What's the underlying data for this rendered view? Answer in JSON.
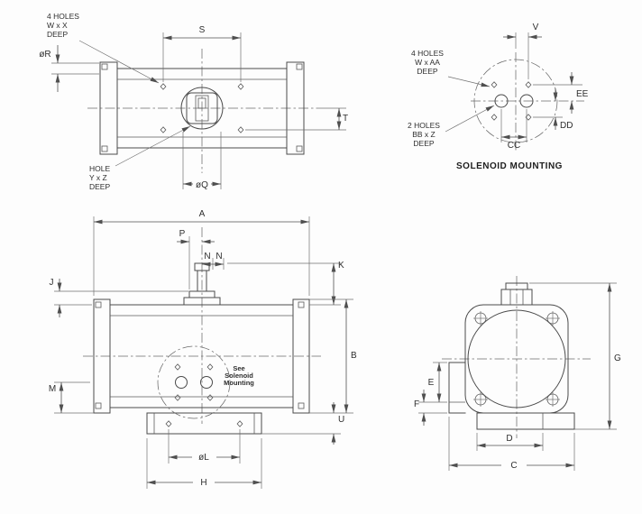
{
  "top_view": {
    "note_4holes": {
      "l1": "4 HOLES",
      "l2": "W x X",
      "l3": "DEEP"
    },
    "note_hole": {
      "l1": "HOLE",
      "l2": "Y x Z",
      "l3": "DEEP"
    },
    "dim_s": "S",
    "dim_r": "øR",
    "dim_t": "T",
    "dim_q": "øQ"
  },
  "solenoid_view": {
    "note_4holes": {
      "l1": "4 HOLES",
      "l2": "W x AA",
      "l3": "DEEP"
    },
    "note_2holes": {
      "l1": "2 HOLES",
      "l2": "BB x Z",
      "l3": "DEEP"
    },
    "dim_v": "V",
    "dim_ee": "EE",
    "dim_dd": "DD",
    "dim_cc": "CC",
    "caption": "SOLENOID MOUNTING"
  },
  "front_view": {
    "dim_a": "A",
    "dim_p": "P",
    "dim_n_left": "N",
    "dim_n_right": "N",
    "dim_j": "J",
    "dim_k": "K",
    "dim_b": "B",
    "dim_m": "M",
    "dim_u": "U",
    "dim_l": "øL",
    "dim_h": "H",
    "note_see": {
      "l1": "See",
      "l2": "Solenoid",
      "l3": "Mounting"
    }
  },
  "side_view": {
    "dim_c": "C",
    "dim_d": "D",
    "dim_e": "E",
    "dim_f": "F",
    "dim_g": "G"
  }
}
